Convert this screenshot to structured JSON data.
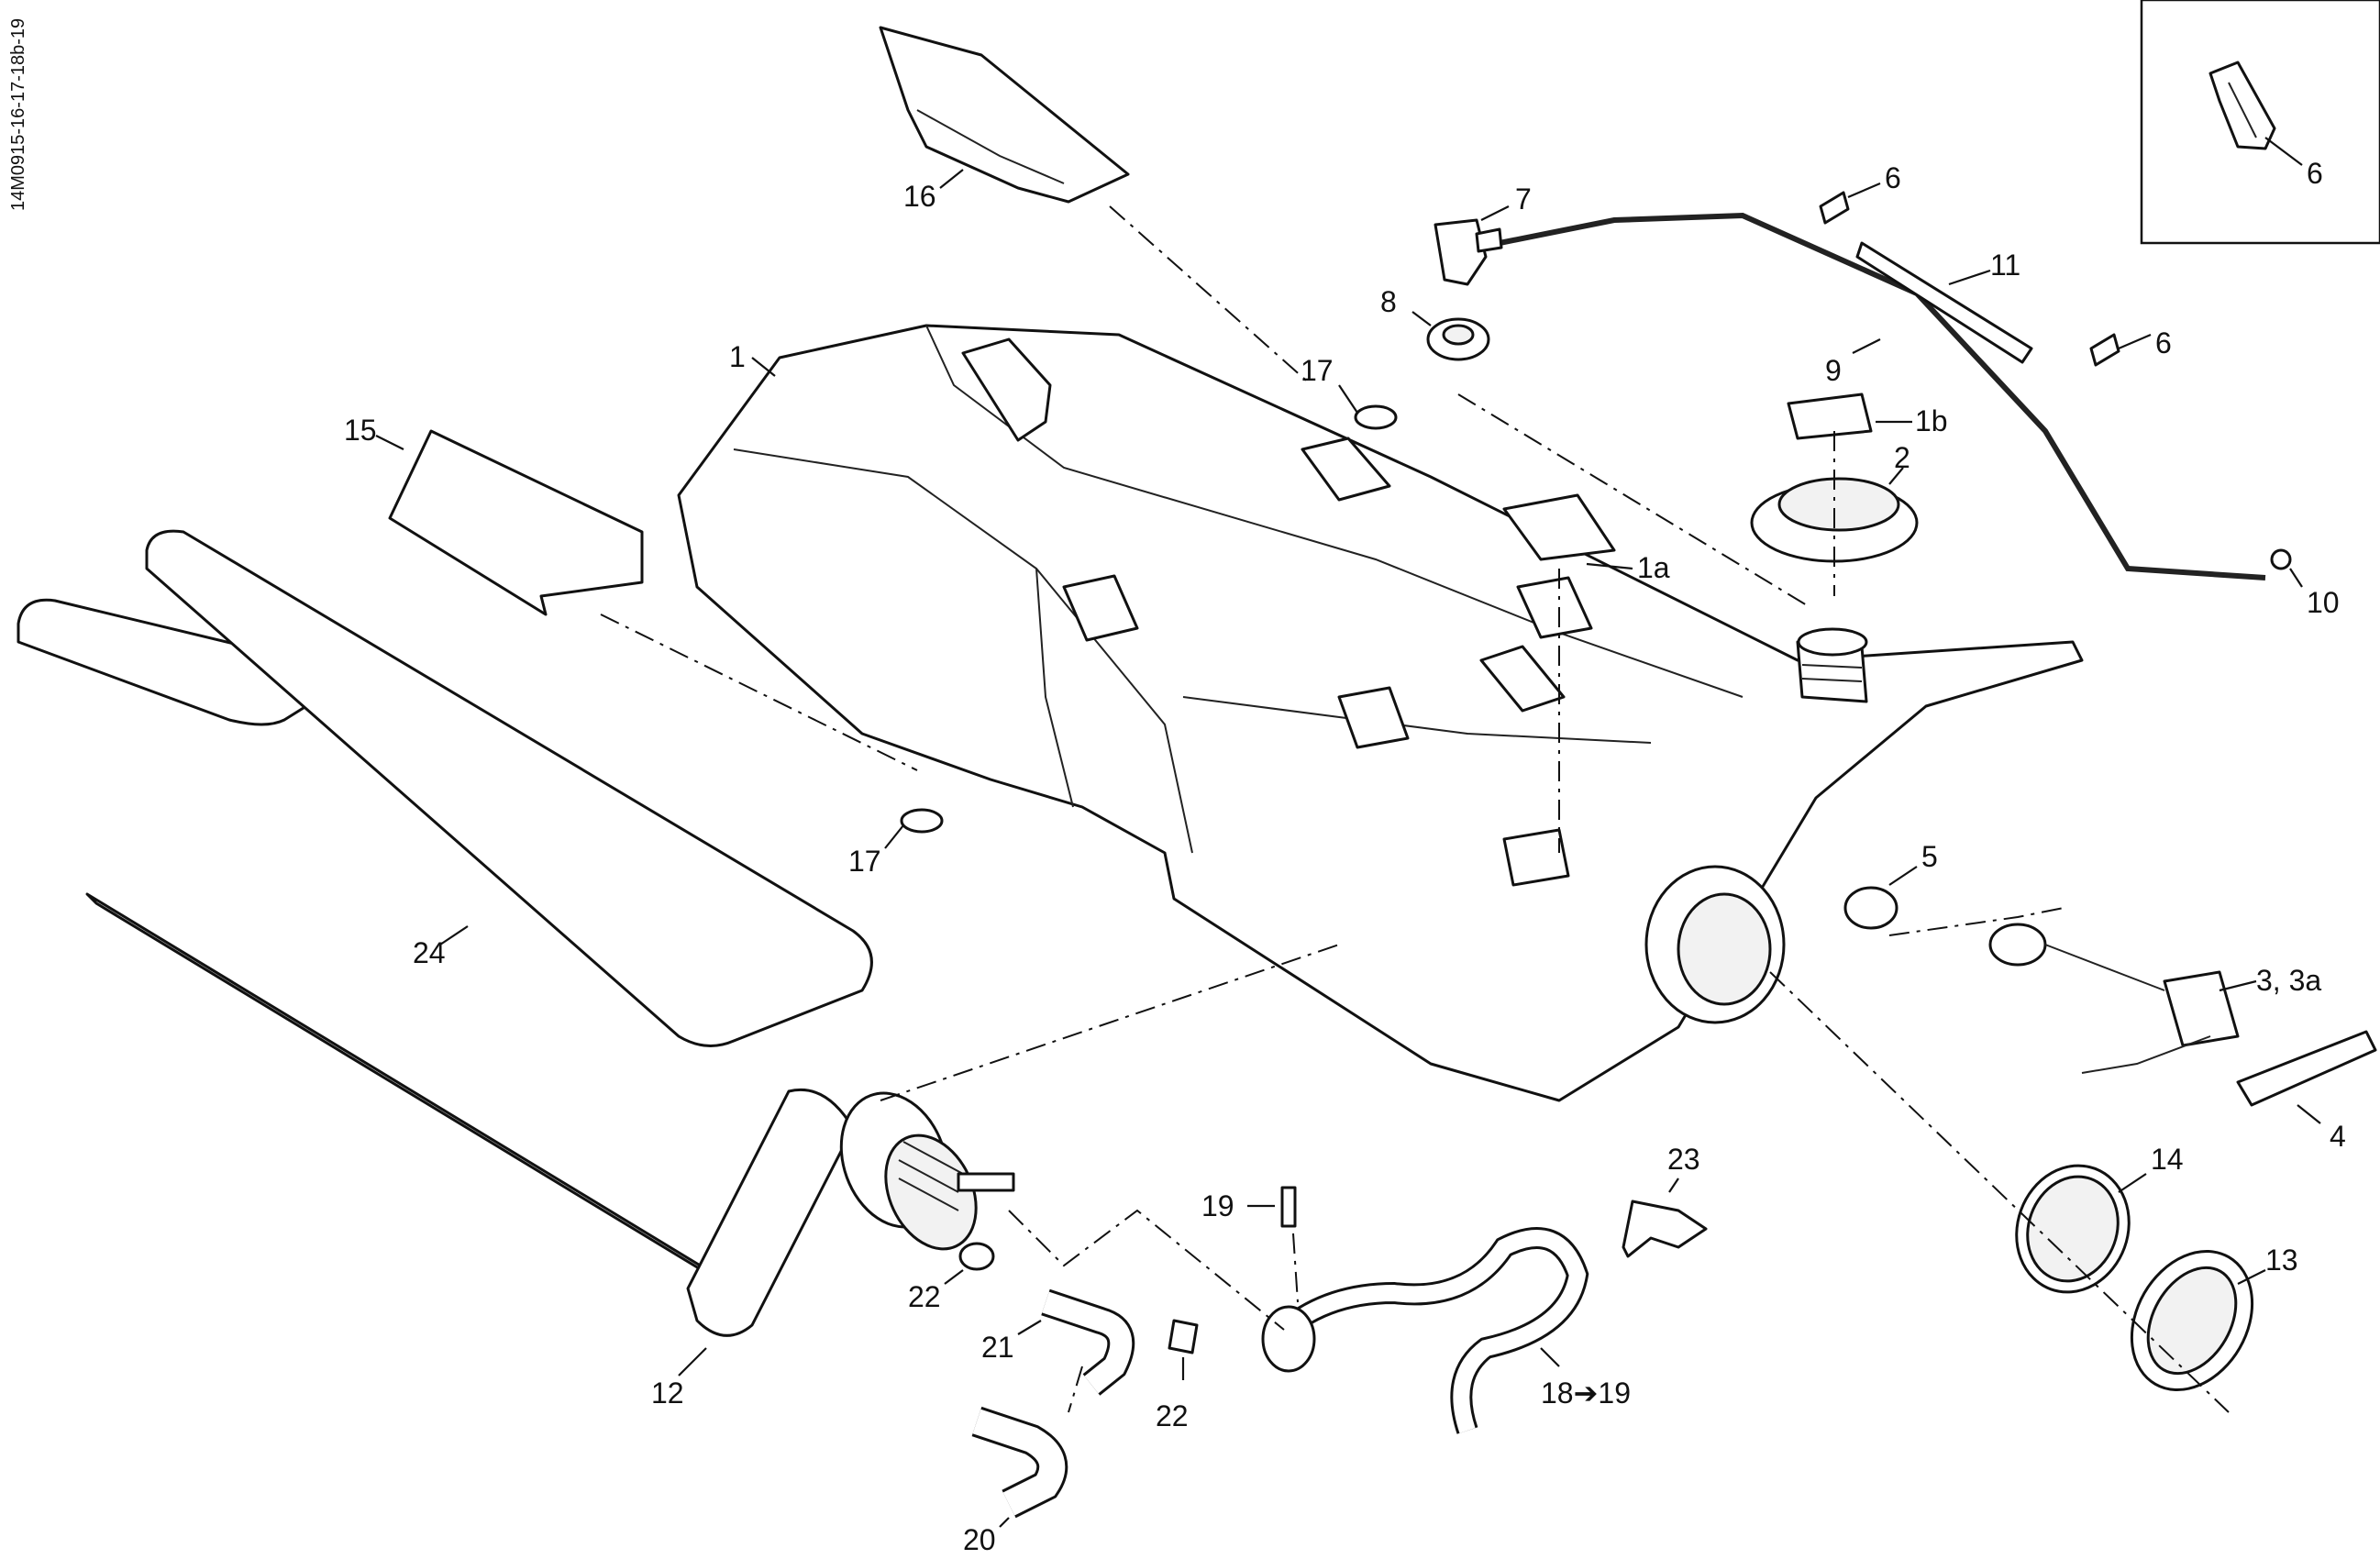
{
  "drawing_ref": "14M0915-16-17-18b-19",
  "callouts": {
    "c1": "1",
    "c1a": "1a",
    "c1b": "1b",
    "c2": "2",
    "c3": "3, 3a",
    "c4": "4",
    "c5": "5",
    "c6a": "6",
    "c6b": "6",
    "c6c": "6",
    "c7": "7",
    "c8": "8",
    "c9": "9",
    "c10": "10",
    "c11": "11",
    "c12": "12",
    "c13": "13",
    "c14": "14",
    "c15": "15",
    "c16": "16",
    "c17a": "17",
    "c17b": "17",
    "c18": "18➔19",
    "c19": "19",
    "c20": "20",
    "c21": "21",
    "c22a": "22",
    "c22b": "22",
    "c23": "23",
    "c24": "24"
  }
}
